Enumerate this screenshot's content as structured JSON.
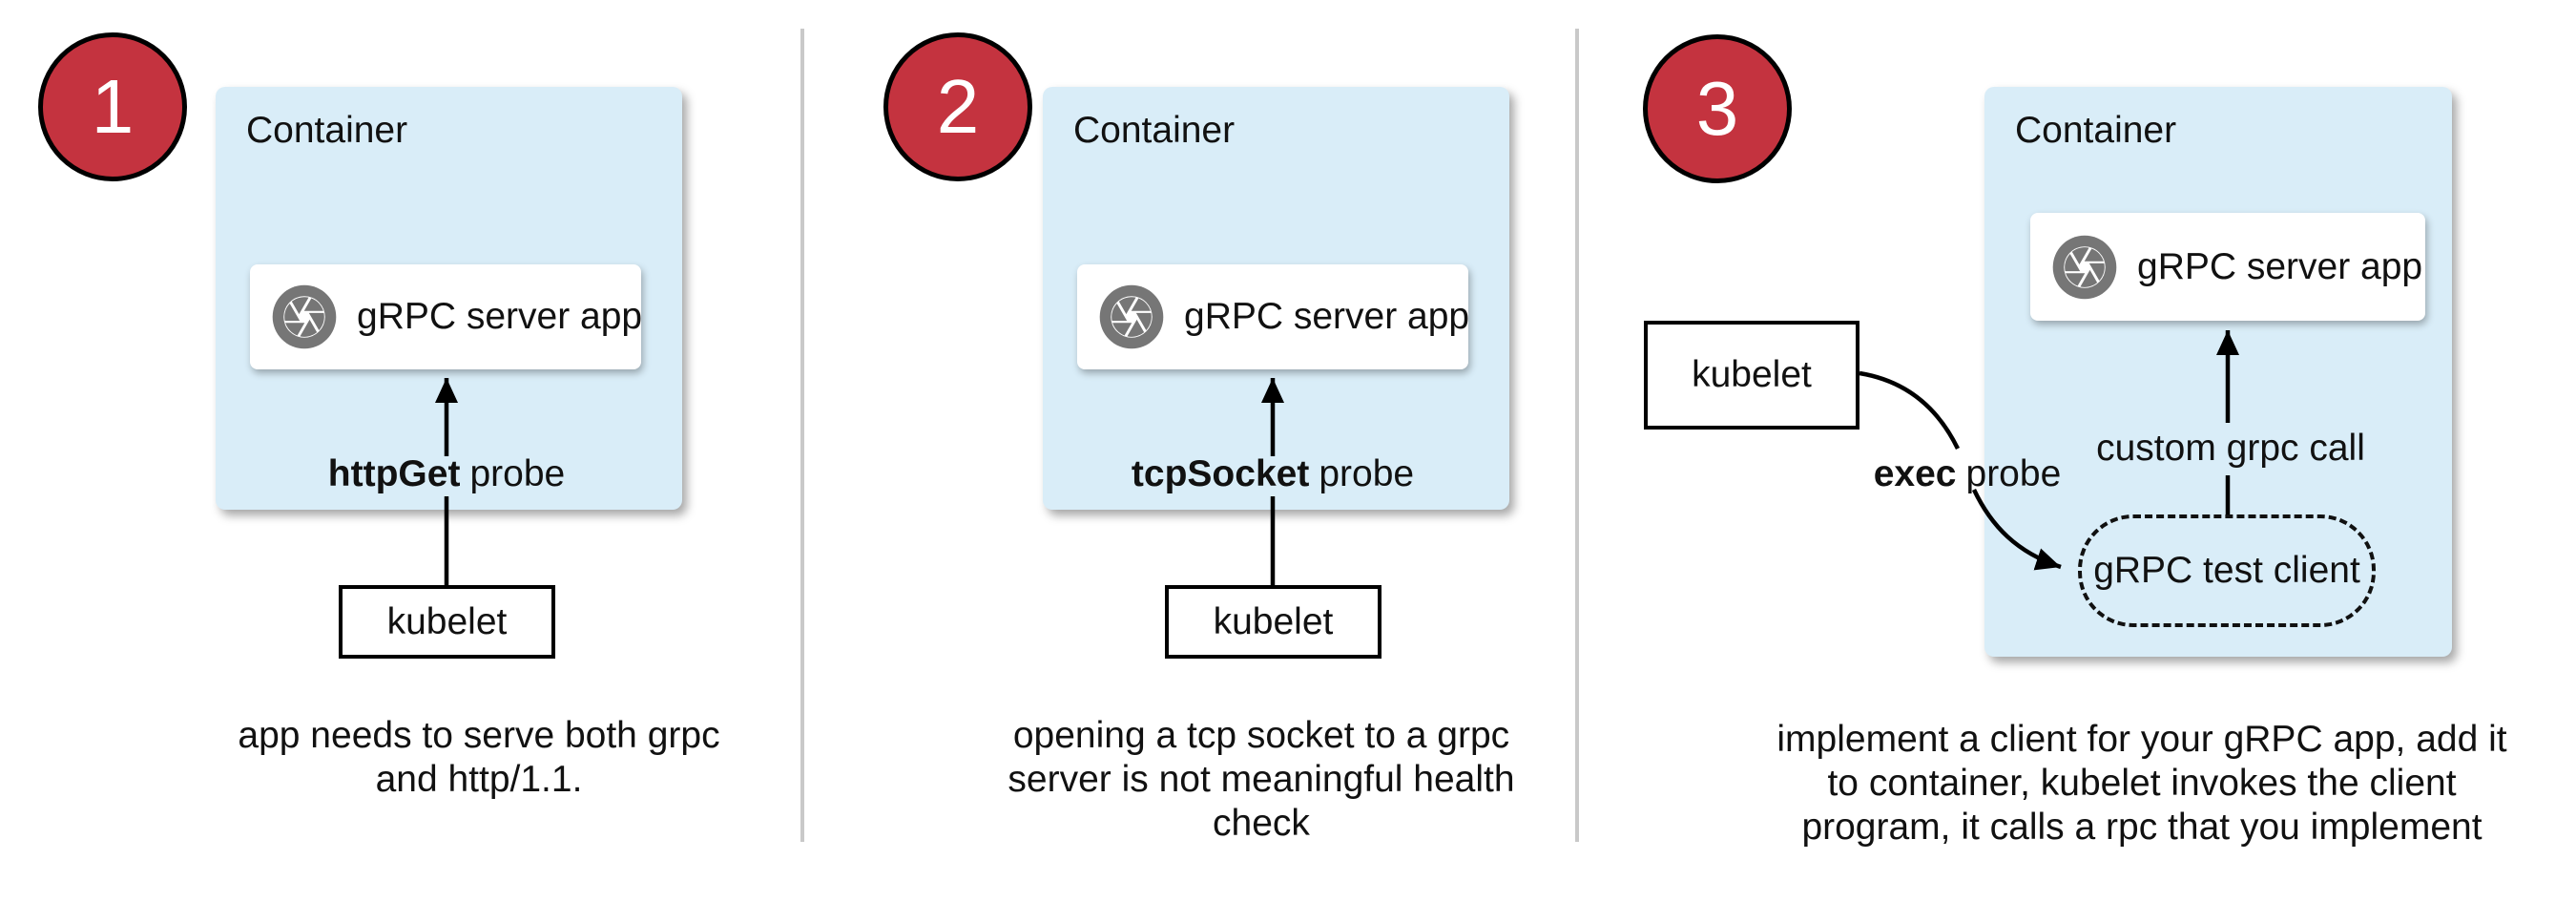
{
  "colors": {
    "step_red": "#c4333f",
    "container_blue": "#d9edf8",
    "icon_gray": "#767676",
    "divider_gray": "#c9c9c9",
    "line_black": "#000000"
  },
  "panels": [
    {
      "number": "1",
      "container_label": "Container",
      "app_label": "gRPC server app",
      "probe_keyword": "httpGet",
      "probe_word": "probe",
      "kubelet_label": "kubelet",
      "caption": "app needs to serve both grpc\nand http/1.1."
    },
    {
      "number": "2",
      "container_label": "Container",
      "app_label": "gRPC server app",
      "probe_keyword": "tcpSocket",
      "probe_word": "probe",
      "kubelet_label": "kubelet",
      "caption": "opening a tcp socket to a grpc\nserver is not meaningful health\ncheck"
    },
    {
      "number": "3",
      "container_label": "Container",
      "app_label": "gRPC server app",
      "probe_keyword": "exec",
      "probe_word": "probe",
      "kubelet_label": "kubelet",
      "call_label": "custom grpc call",
      "client_label": "gRPC test client",
      "caption": "implement a client for your gRPC app, add it\nto container, kubelet invokes the client\nprogram, it calls a rpc that you implement"
    }
  ]
}
